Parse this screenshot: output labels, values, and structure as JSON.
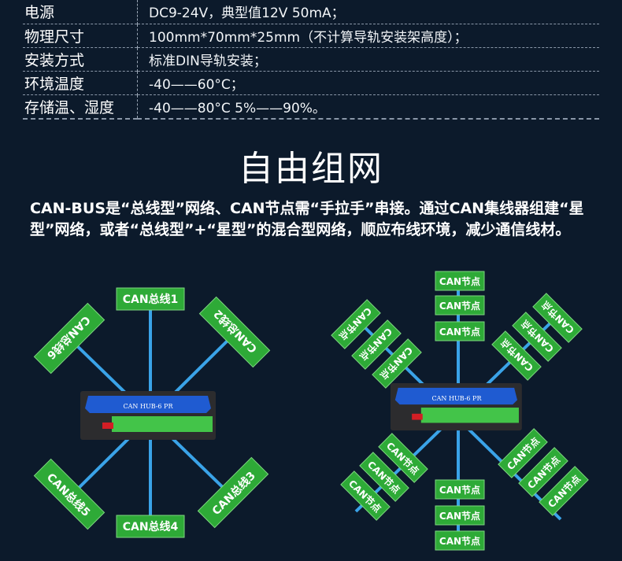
{
  "specs": [
    {
      "label": "电源",
      "value": "DC9-24V，典型值12V 50mA；"
    },
    {
      "label": "物理尺寸",
      "value": "100mm*70mm*25mm（不计算导轨安装架高度）；"
    },
    {
      "label": "安装方式",
      "value": "标准DIN导轨安装；"
    },
    {
      "label": "环境温度",
      "value": "-40——60°C；"
    },
    {
      "label": "存储温、湿度",
      "value": "-40——80°C  5%——90%。"
    }
  ],
  "section_title": "自由组网",
  "description": "CAN-BUS是“总线型”网络、CAN节点需“手拉手”串接。通过CAN集线器组建“星型”网络，或者“总线型”+“星型”的混合型网络，顺应布线环境，减少通信线材。",
  "hub_label": "CAN HUB-6 PR",
  "left_diagram": {
    "bus1": "CAN总线1",
    "bus2": "CAN总线2",
    "bus3": "CAN总线3",
    "bus4": "CAN总线4",
    "bus5": "CAN总线5",
    "bus6": "CAN总线6"
  },
  "node_label": "CAN节点",
  "colors": {
    "background": "#0c1a2b",
    "node_green": "#2eaa37",
    "line_blue": "#3aa3e8",
    "hub_blue": "#1f5bd1"
  }
}
